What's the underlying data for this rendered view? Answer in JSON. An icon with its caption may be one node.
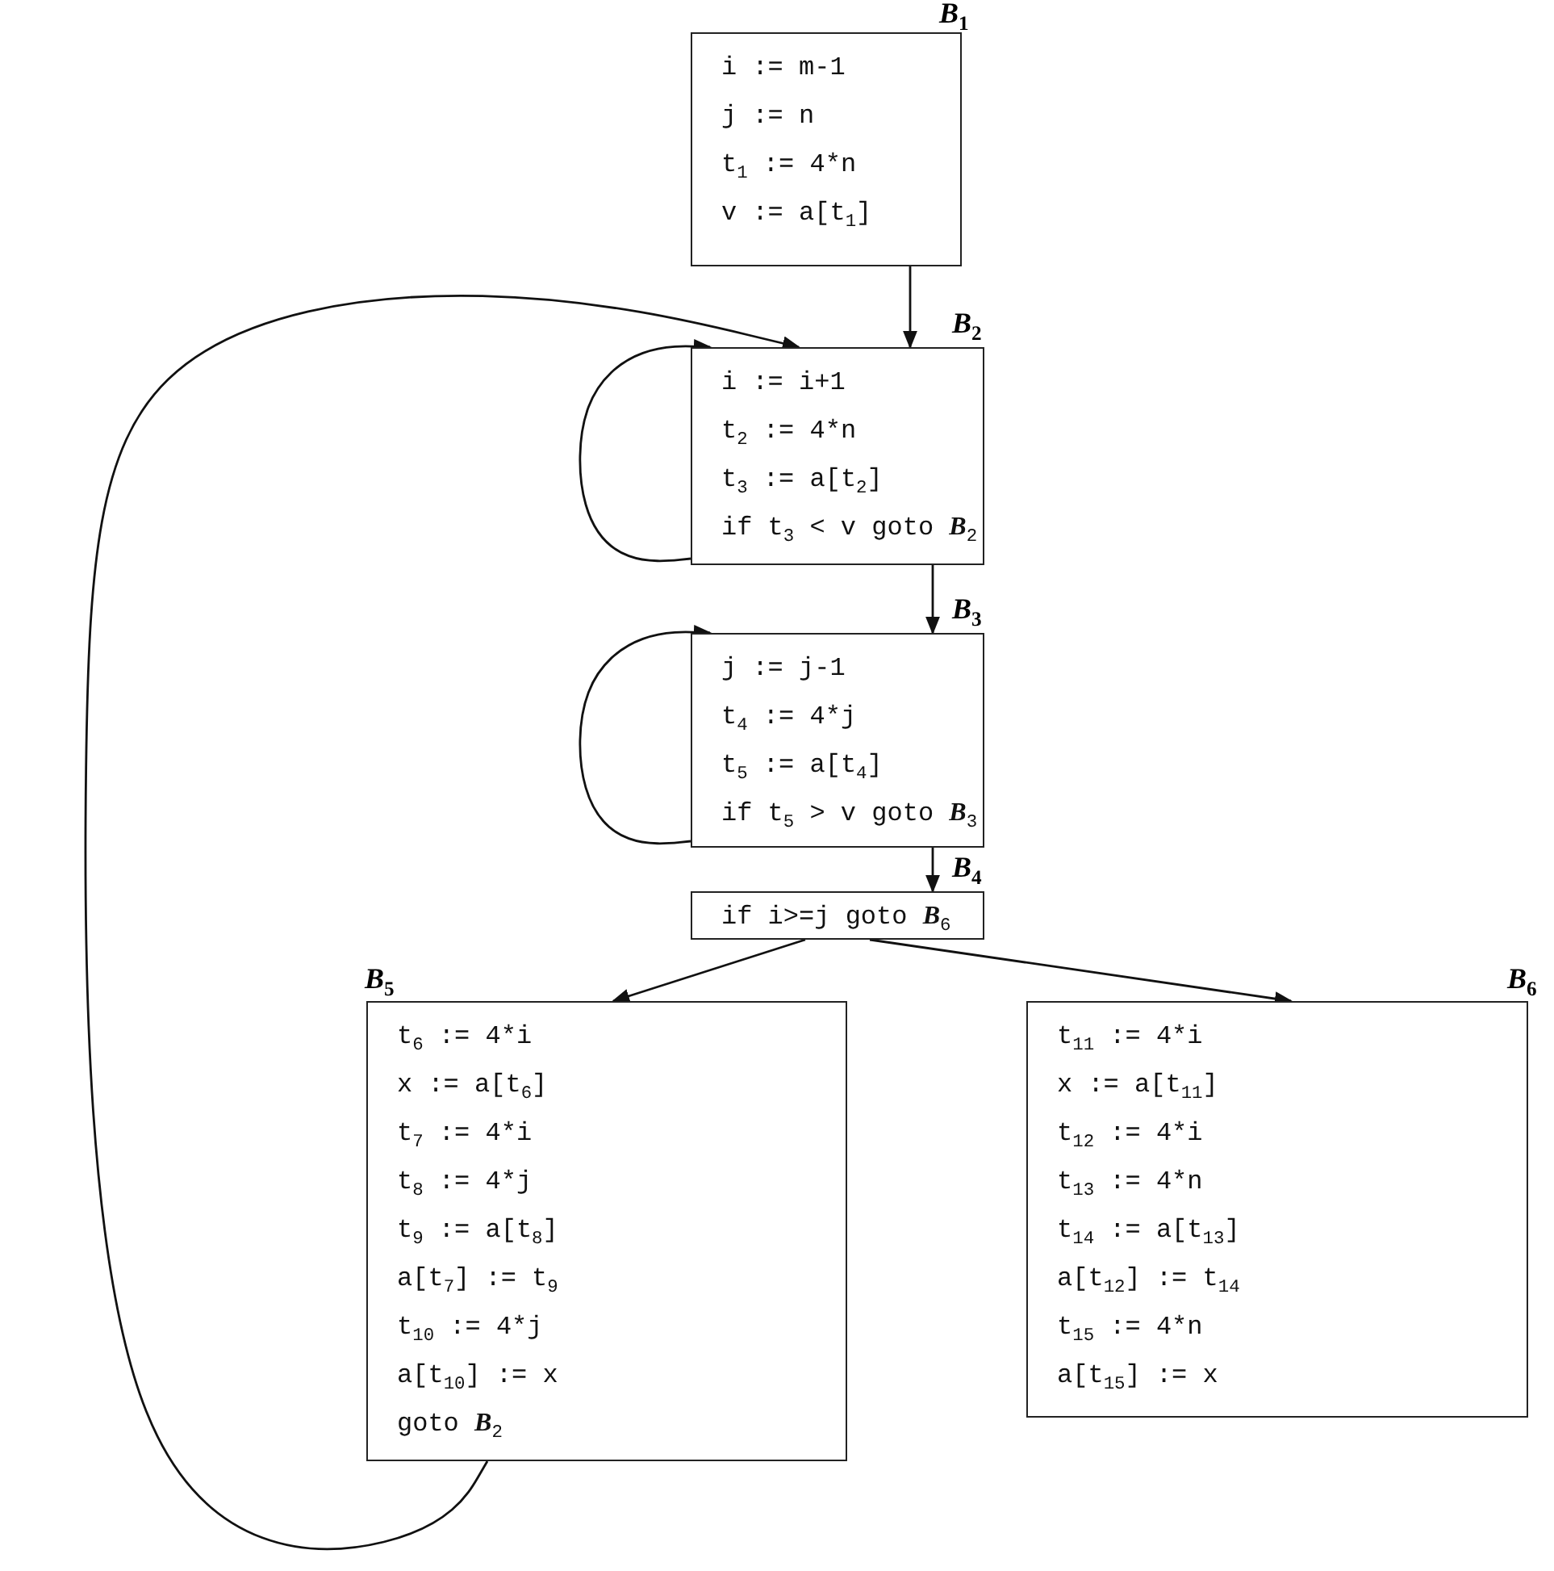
{
  "diagram": {
    "nodes": [
      {
        "text": [
          "i := m-1",
          "j := n",
          "t$_{1}$ := 4*n",
          "v := a[t$_{1}$]"
        ],
        "beside": [
          "*B*$_{1}$"
        ]
      },
      {
        "text": [
          "i := i+1",
          "t$_{2}$ := 4*n",
          "t$_{3}$ := a[t$_{2}$]",
          "if t$_{3}$ < v goto *B*$_{2}$"
        ],
        "beside": [
          "*B*$_{2}$"
        ]
      },
      {
        "text": [
          "j := j-1",
          "t$_{4}$ := 4*j",
          "t$_{5}$ := a[t$_{4}$]",
          "if t$_{5}$ > v goto *B*$_{3}$"
        ],
        "beside": [
          "*B*$_{3}$"
        ]
      },
      {
        "text": [
          "if i>=j goto *B*$_{6}$"
        ],
        "beside": [
          "*B*$_{4}$"
        ]
      },
      {
        "text": [
          "t$_{6}$ := 4*i",
          "x := a[t$_{6}$]",
          "t$_{7}$ := 4*i",
          "t$_{8}$ := 4*j",
          "t$_{9}$ := a[t$_{8}$]",
          "a[t$_{7}$] := t$_{9}$",
          "t$_{10}$ := 4*j",
          "a[t$_{10}$] := x",
          "goto *B*$_{2}$"
        ],
        "beside": [
          "*B*$_{5}$"
        ]
      },
      {
        "text": [
          "t$_{11}$ := 4*i",
          "x := a[t$_{11}$]",
          "t$_{12}$ := 4*i",
          "t$_{13}$ := 4*n",
          "t$_{14}$ := a[t$_{13}$]",
          "a[t$_{12}$] := t$_{14}$",
          "t$_{15}$ := 4*n",
          "a[t$_{15}$] := x"
        ],
        "beside": [
          "*B*$_{6}$"
        ]
      }
    ],
    "edges": [
      {
        "from": 0,
        "to": 1,
        "arrow": "to"
      },
      {
        "from": 1,
        "to": 1,
        "arrow": "to"
      },
      {
        "from": 1,
        "to": 2,
        "arrow": "to"
      },
      {
        "from": 2,
        "to": 2,
        "arrow": "to"
      },
      {
        "from": 2,
        "to": 3,
        "arrow": "to"
      },
      {
        "from": 3,
        "to": 4,
        "arrow": "to"
      },
      {
        "from": 3,
        "to": 5,
        "arrow": "to"
      },
      {
        "from": 4,
        "to": 1,
        "arrow": "to"
      }
    ]
  }
}
